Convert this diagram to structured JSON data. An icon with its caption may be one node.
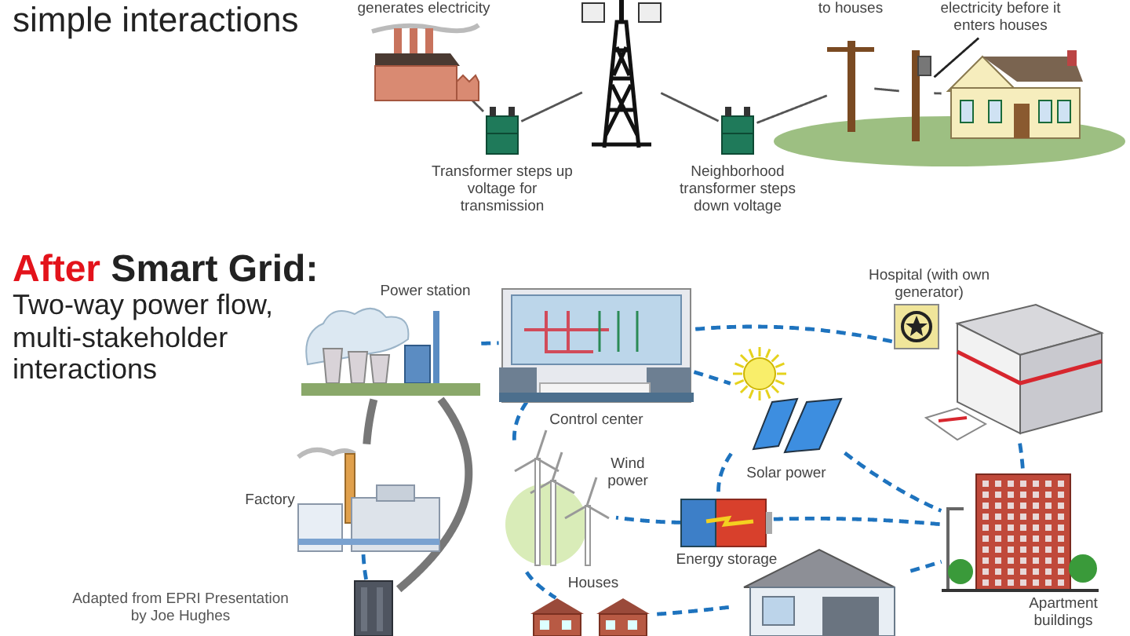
{
  "diagram": {
    "nodes": [
      {
        "text": [
          "generates electricity"
        ]
      },
      {
        "text": [
          "Transformer steps up voltage for transmission"
        ]
      },
      {
        "text": [],
        "shape": "picture"
      },
      {
        "text": [
          "Neighborhood transformer steps down voltage"
        ]
      },
      {
        "text": [
          "to houses"
        ]
      },
      {
        "text": [],
        "shape": "picture"
      },
      {
        "text": [
          "electricity before it enters houses"
        ]
      },
      {
        "text": [],
        "shape": "picture"
      },
      {
        "text": [
          "Power station"
        ]
      },
      {
        "text": [
          "Control center"
        ]
      },
      {
        "text": [
          "Hospital (with own generator)"
        ]
      },
      {
        "text": [
          "Solar power"
        ]
      },
      {
        "text": [
          "Wind power"
        ]
      },
      {
        "text": [
          "Energy storage"
        ]
      },
      {
        "text": [
          "Factory"
        ]
      },
      {
        "text": [],
        "shape": "picture"
      },
      {
        "text": [
          "Houses"
        ]
      },
      {
        "text": [],
        "shape": "picture"
      },
      {
        "text": [
          "Apartment buildings"
        ]
      }
    ],
    "edges": [
      {
        "from": 0,
        "to": 1,
        "arrow": "none",
        "color": "#555555"
      },
      {
        "from": 1,
        "to": 2,
        "arrow": "none",
        "color": "#555555"
      },
      {
        "from": 2,
        "to": 3,
        "arrow": "none",
        "color": "#555555"
      },
      {
        "from": 3,
        "to": 4,
        "arrow": "none",
        "color": "#555555"
      },
      {
        "from": 4,
        "to": 5,
        "arrow": "none",
        "color": "#555555"
      },
      {
        "from": 5,
        "to": 7,
        "arrow": "none",
        "color": "#555555"
      },
      {
        "from": 6,
        "to": 5,
        "arrow": "none",
        "color": "#222222"
      },
      {
        "from": 8,
        "to": 9,
        "arrow": "none",
        "style": "dashed"
      },
      {
        "from": 9,
        "to": 10,
        "arrow": "none",
        "style": "dashed"
      },
      {
        "from": 9,
        "to": 11,
        "arrow": "none",
        "style": "dashed"
      },
      {
        "from": 9,
        "to": 12,
        "arrow": "none",
        "style": "dashed"
      },
      {
        "from": 11,
        "to": 13,
        "arrow": "none",
        "style": "dashed"
      },
      {
        "from": 11,
        "to": 18,
        "arrow": "none",
        "style": "dashed"
      },
      {
        "from": 13,
        "to": 12,
        "arrow": "none",
        "style": "dashed"
      },
      {
        "from": 13,
        "to": 18,
        "arrow": "none",
        "style": "dashed"
      },
      {
        "from": 10,
        "to": 18,
        "arrow": "none",
        "style": "dashed"
      },
      {
        "from": 12,
        "to": 16,
        "arrow": "none",
        "style": "dashed"
      },
      {
        "from": 16,
        "to": 17,
        "arrow": "none",
        "style": "dashed"
      },
      {
        "from": 17,
        "to": 18,
        "arrow": "none",
        "style": "dashed"
      },
      {
        "from": 14,
        "to": 15,
        "arrow": "none",
        "style": "dashed"
      },
      {
        "from": 8,
        "to": 14,
        "arrow": "none",
        "style": "thick",
        "color": "#777777"
      },
      {
        "from": 8,
        "to": 15,
        "arrow": "none",
        "style": "thick",
        "color": "#777777"
      }
    ],
    "labels": [
      "simple interactions",
      "After Smart Grid:",
      "Two-way power flow, multi-stakeholder interactions",
      "Adapted from EPRI Presentation by Joe Hughes"
    ]
  }
}
